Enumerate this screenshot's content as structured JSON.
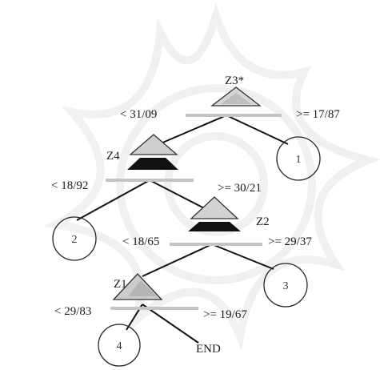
{
  "diagram": {
    "nodes": {
      "z3": {
        "label": "Z3*",
        "left_rule": "< 31/09",
        "right_rule": ">= 17/87"
      },
      "z4": {
        "label": "Z4",
        "left_rule": "< 18/92",
        "right_rule": ">= 30/21"
      },
      "z2": {
        "label": "Z2",
        "left_rule": "< 18/65",
        "right_rule": ">= 29/37"
      },
      "z1": {
        "label": "Z1",
        "left_rule": "< 29/83",
        "right_rule": ">= 19/67"
      }
    },
    "leaves": {
      "leaf1": "1",
      "leaf2": "2",
      "leaf3": "3",
      "leaf4": "4",
      "end": "END"
    }
  }
}
